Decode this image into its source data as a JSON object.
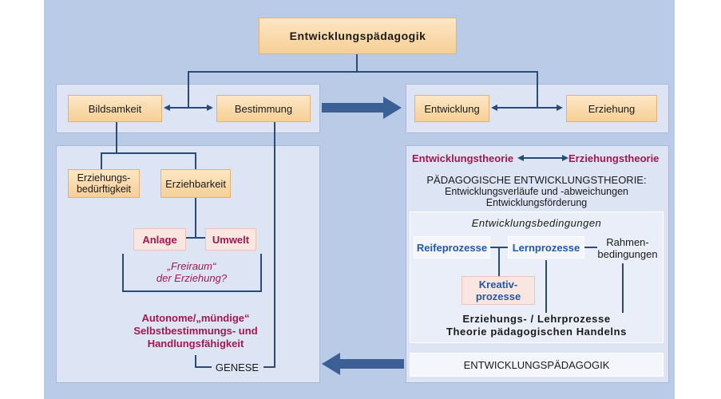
{
  "title": "Entwicklungspädagogik",
  "top_left": {
    "bildsamkeit": "Bildsamkeit",
    "bestimmung": "Bestimmung"
  },
  "top_right": {
    "entwicklung": "Entwicklung",
    "erziehung": "Erziehung"
  },
  "left_panel": {
    "erziehungsbeduerftigkeit": "Erziehungs-\nbedürftigkeit",
    "erziehbarkeit": "Erziehbarkeit",
    "anlage": "Anlage",
    "umwelt": "Umwelt",
    "freiraum": "„Freiraum“\nder Erziehung?",
    "autonome": "Autonome/„mündige“\nSelbstbestimmungs- und\nHandlungsfähigkeit",
    "genese": "GENESE"
  },
  "right_panel": {
    "entwicklungstheorie": "Entwicklungstheorie",
    "erziehungstheorie": "Erziehungstheorie",
    "paed_title": "PÄDAGOGISCHE ENTWICKLUNGSTHEORIE:",
    "paed_sub": "Entwicklungsverläufe und -abweichungen\nEntwicklungsförderung",
    "bedingungen": "Entwicklungsbedingungen",
    "reifeprozesse": "Reifeprozesse",
    "lernprozesse": "Lernprozesse",
    "rahmen": "Rahmen-\nbedingungen",
    "kreativ": "Kreativ-\nprozesse",
    "erz_lehr": "Erziehungs- / Lehrprozesse",
    "theorie": "Theorie pädagogischen Handelns",
    "footer": "ENTWICKLUNGSPÄDAGOGIK"
  },
  "colors": {
    "background": "#b9cbe7",
    "panel": "#dde5f4",
    "line": "#2a4a78",
    "accent": "#a1184f",
    "blue_text": "#2159a6",
    "box": "#f6cf95"
  }
}
